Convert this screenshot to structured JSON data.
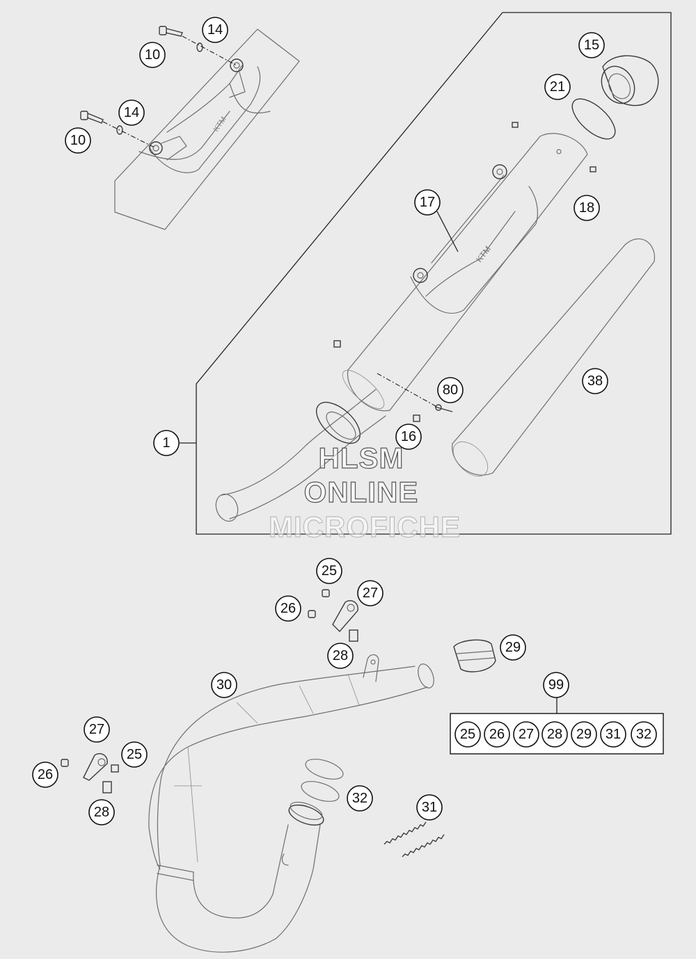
{
  "diagram": {
    "watermark": [
      "HLSM",
      "ONLINE",
      "MICROFICHE"
    ],
    "callouts": {
      "c1": "1",
      "c10a": "10",
      "c10b": "10",
      "c14a": "14",
      "c14b": "14",
      "c15": "15",
      "c16": "16",
      "c17": "17",
      "c18": "18",
      "c21": "21",
      "c25a": "25",
      "c25b": "25",
      "c26a": "26",
      "c26b": "26",
      "c27a": "27",
      "c27b": "27",
      "c28a": "28",
      "c28b": "28",
      "c29": "29",
      "c30": "30",
      "c31": "31",
      "c32": "32",
      "c38": "38",
      "c80": "80",
      "c99": "99"
    },
    "kit_99_contents": [
      "25",
      "26",
      "27",
      "28",
      "29",
      "31",
      "32"
    ]
  }
}
